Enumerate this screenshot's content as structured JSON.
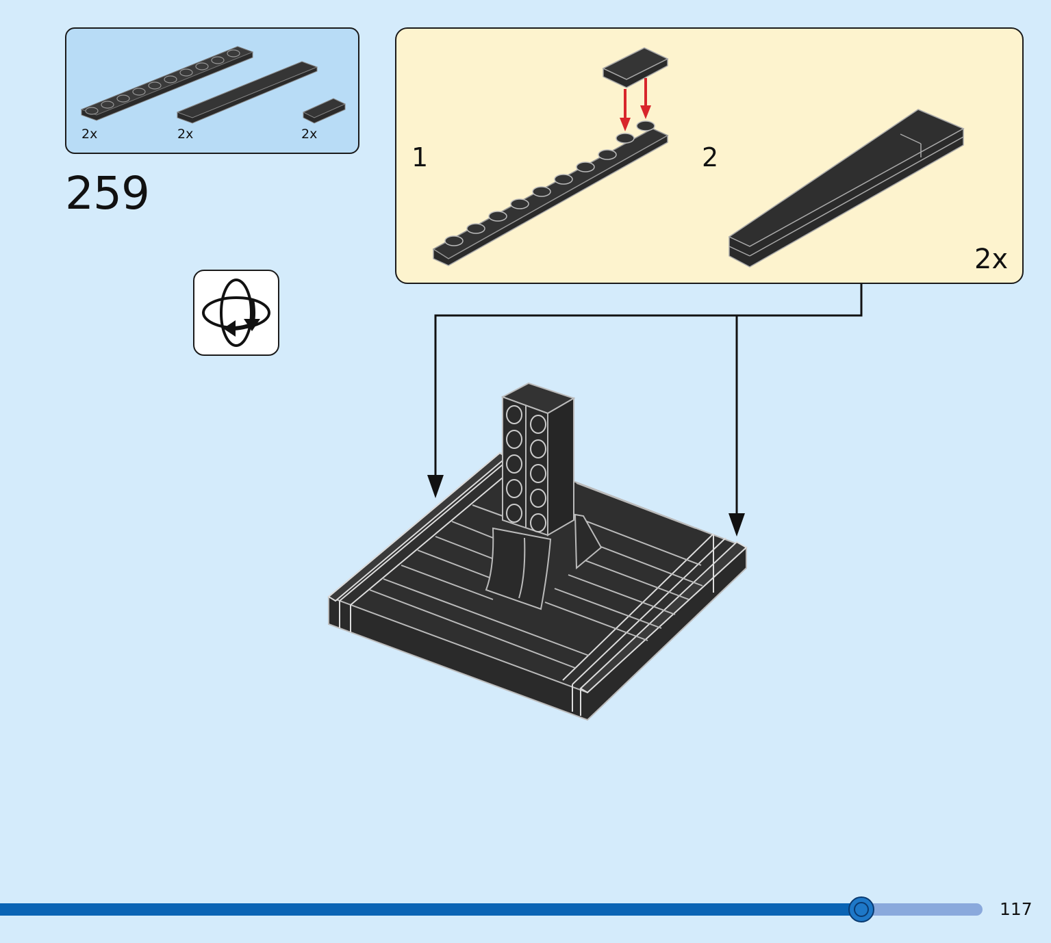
{
  "step": {
    "number": "259"
  },
  "parts_list": [
    {
      "name": "plate-1x10",
      "qty": "2x"
    },
    {
      "name": "tile-1x8",
      "qty": "2x"
    },
    {
      "name": "tile-1x2",
      "qty": "2x"
    }
  ],
  "subassembly": {
    "steps": [
      "1",
      "2"
    ],
    "quantity": "2x"
  },
  "icons": {
    "rotate": "rotate-model-icon",
    "arrow": "red-down-arrow-icon"
  },
  "colors": {
    "page_background": "#d4ebfb",
    "parts_box": "#b8dcf6",
    "subassembly_box": "#fdf3ce",
    "brick": "#2a2a2a",
    "arrow_red": "#d8262b",
    "progress_fill": "#0b64b4",
    "progress_track": "#8aa9dc"
  },
  "footer": {
    "page_number": "117",
    "progress": 0.877
  }
}
